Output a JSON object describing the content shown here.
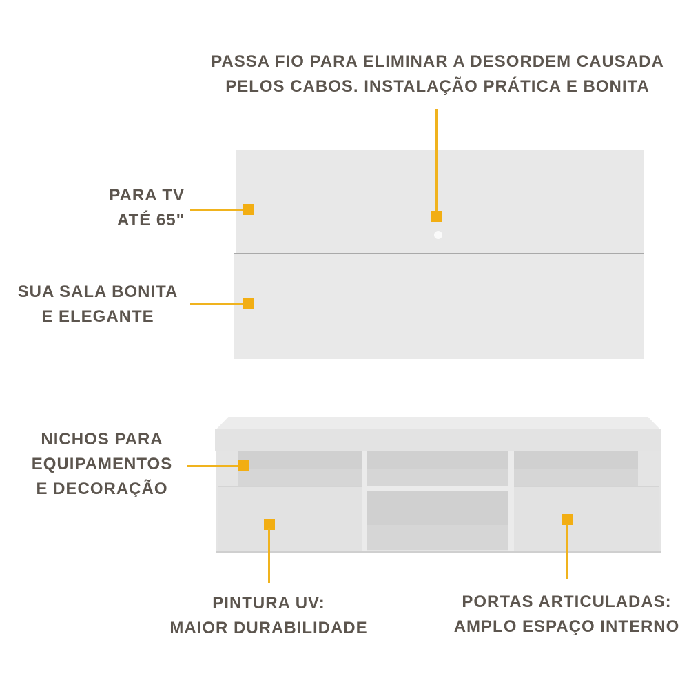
{
  "callouts": {
    "cable_pass": {
      "lines": [
        "PASSA FIO PARA ELIMINAR A DESORDEM CAUSADA",
        "PELOS CABOS. INSTALAÇÃO PRÁTICA E BONITA"
      ]
    },
    "tv_size": {
      "lines": [
        "PARA TV",
        "ATÉ 65\""
      ]
    },
    "beautiful_room": {
      "lines": [
        "SUA SALA BONITA",
        "E ELEGANTE"
      ]
    },
    "niches": {
      "lines": [
        "NICHOS PARA",
        "EQUIPAMENTOS",
        "E DECORAÇÃO"
      ]
    },
    "uv_paint": {
      "lines": [
        "PINTURA UV:",
        "MAIOR DURABILIDADE"
      ]
    },
    "hinged_doors": {
      "lines": [
        "PORTAS ARTICULADAS:",
        "AMPLO ESPAÇO INTERNO"
      ]
    }
  },
  "colors": {
    "accent": "#f2ae13",
    "text": "#5c554e",
    "furniture": "#e8e8e8",
    "background": "#ffffff"
  },
  "icons": {
    "marker": "square-marker-icon",
    "cable_hole": "cable-hole-icon"
  }
}
